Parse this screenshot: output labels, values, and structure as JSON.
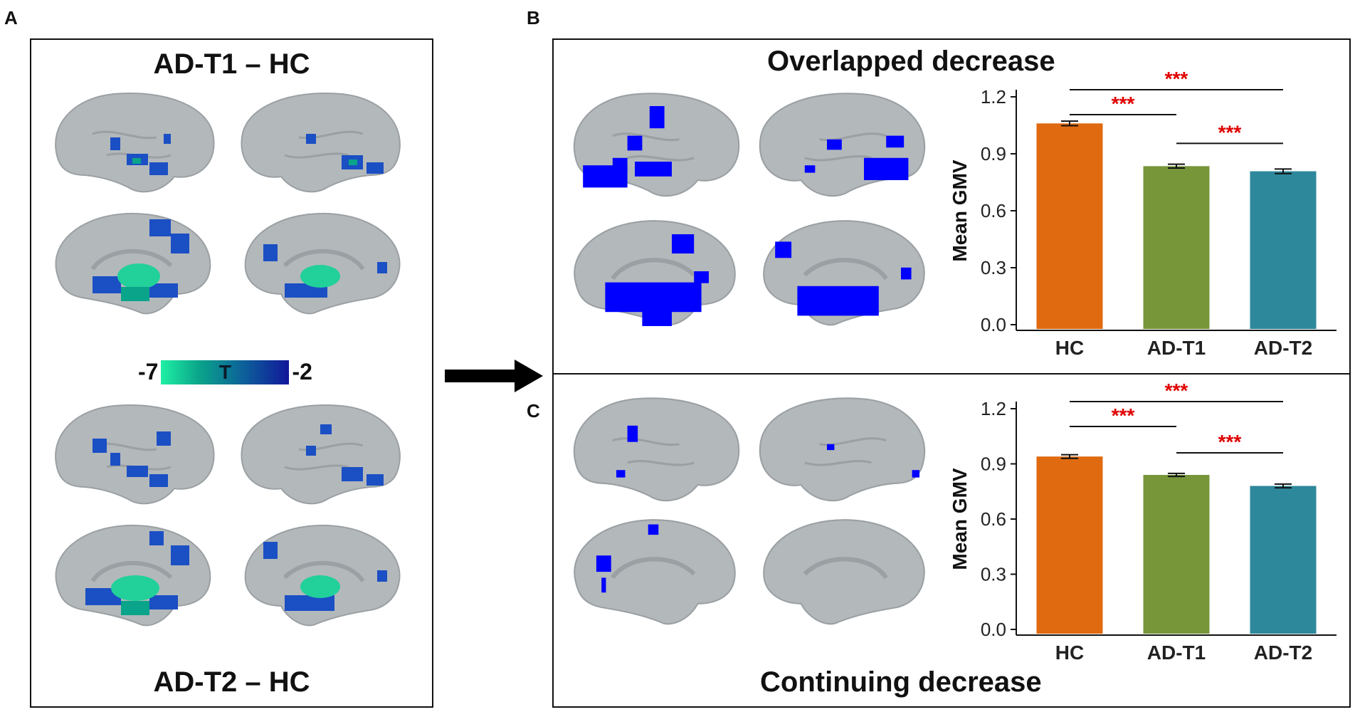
{
  "panel_labels": {
    "a": "A",
    "b": "B",
    "c": "C"
  },
  "panel_a": {
    "title_top": "AD-T1 – HC",
    "title_bottom": "AD-T2 – HC",
    "colorbar": {
      "min_label": "-7",
      "max_label": "-2",
      "var_label": "T",
      "color_low": "#1ff0a4",
      "color_high": "#11179a"
    }
  },
  "panel_b": {
    "title": "Overlapped decrease"
  },
  "panel_c": {
    "title": "Continuing decrease"
  },
  "colors": {
    "brain": "#b3b8bb",
    "highlight": "#0000ff",
    "HC": "#e06a10",
    "AD-T1": "#77963a",
    "AD-T2": "#2e889c",
    "sig": "#e00000"
  },
  "chart_data": [
    {
      "type": "bar",
      "panel": "B",
      "categories": [
        "HC",
        "AD-T1",
        "AD-T2"
      ],
      "values": [
        1.06,
        0.835,
        0.808
      ],
      "errors": [
        0.012,
        0.01,
        0.012
      ],
      "ylabel": "Mean GMV",
      "ylim": [
        0,
        1.2
      ],
      "yticks": [
        "0.0",
        "0.3",
        "0.6",
        "0.9",
        "1.2"
      ],
      "significance": [
        {
          "pair": [
            "HC",
            "AD-T2"
          ],
          "label": "***"
        },
        {
          "pair": [
            "HC",
            "AD-T1"
          ],
          "label": "***"
        },
        {
          "pair": [
            "AD-T1",
            "AD-T2"
          ],
          "label": "***"
        }
      ]
    },
    {
      "type": "bar",
      "panel": "C",
      "categories": [
        "HC",
        "AD-T1",
        "AD-T2"
      ],
      "values": [
        0.94,
        0.84,
        0.78
      ],
      "errors": [
        0.01,
        0.008,
        0.01
      ],
      "ylabel": "Mean GMV",
      "ylim": [
        0,
        1.2
      ],
      "yticks": [
        "0.0",
        "0.3",
        "0.6",
        "0.9",
        "1.2"
      ],
      "significance": [
        {
          "pair": [
            "HC",
            "AD-T2"
          ],
          "label": "***"
        },
        {
          "pair": [
            "HC",
            "AD-T1"
          ],
          "label": "***"
        },
        {
          "pair": [
            "AD-T1",
            "AD-T2"
          ],
          "label": "***"
        }
      ]
    }
  ]
}
